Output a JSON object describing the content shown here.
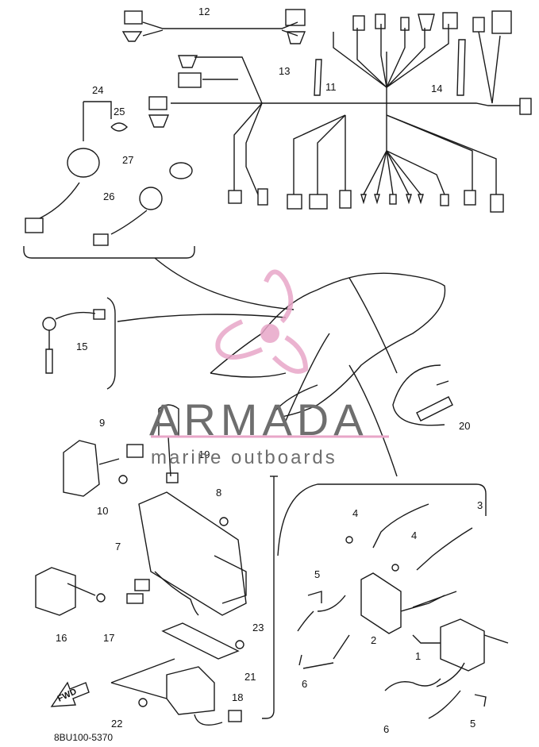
{
  "diagram": {
    "code": "8BU100-5370",
    "fwd_label": "FWD",
    "watermark": {
      "title": "ARMADA",
      "subtitle": "marine outboards"
    },
    "callouts": [
      "1",
      "2",
      "3",
      "4",
      "5",
      "6",
      "7",
      "8",
      "9",
      "10",
      "11",
      "12",
      "13",
      "14",
      "15",
      "16",
      "17",
      "18",
      "19",
      "20",
      "21",
      "22",
      "23",
      "24",
      "25",
      "26",
      "27"
    ]
  },
  "colors": {
    "line": "#1a1a1a",
    "watermark_pink": "#e8a6c8",
    "watermark_text": "#6e6e6e"
  }
}
